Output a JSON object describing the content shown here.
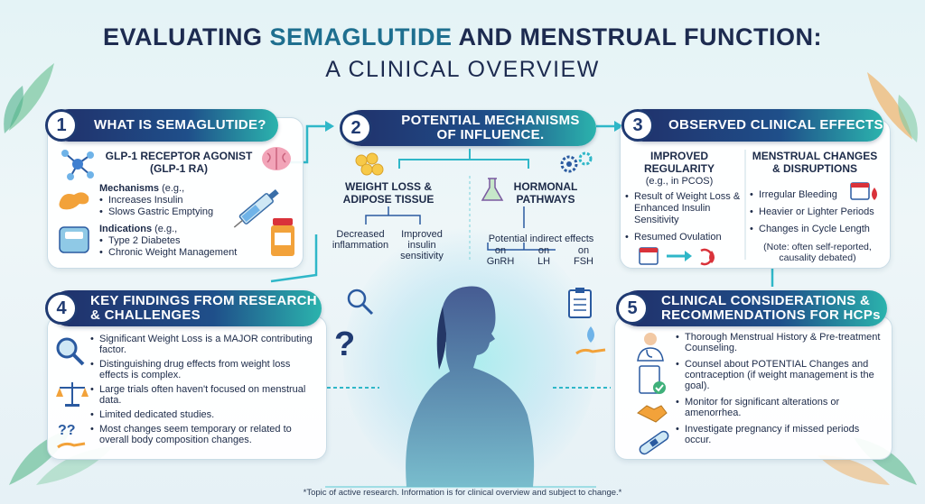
{
  "title": {
    "line1_part1": "EVALUATING ",
    "line1_highlight": "SEMAGLUTIDE",
    "line1_part2": " AND MENSTRUAL FUNCTION:",
    "line2": "A CLINICAL OVERVIEW"
  },
  "section1": {
    "number": "1",
    "heading": "WHAT IS SEMAGLUTIDE?",
    "agonist_line1": "GLP-1 RECEPTOR AGONIST",
    "agonist_line2": "(GLP-1 RA)",
    "mechanisms_label": "Mechanisms",
    "mechanisms_suffix": " (e.g.,",
    "mechanisms": [
      "Increases Insulin",
      "Slows Gastric Emptying"
    ],
    "indications_label": "Indications",
    "indications_suffix": " (e.g.,",
    "indications": [
      "Type 2 Diabetes",
      "Chronic Weight Management"
    ]
  },
  "section2": {
    "number": "2",
    "heading_line1": "POTENTIAL MECHANISMS",
    "heading_line2": "OF INFLUENCE.",
    "weight_line1": "WEIGHT LOSS &",
    "weight_line2": "ADIPOSE TISSUE",
    "weight_left_line1": "Decreased",
    "weight_left_line2": "inflammation",
    "weight_right_line1": "Improved",
    "weight_right_line2": "insulin",
    "weight_right_line3": "sensitivity",
    "hormonal_line1": "HORMONAL",
    "hormonal_line2": "PATHWAYS",
    "hormonal_effects": "Potential indirect effects",
    "hormones": [
      {
        "on": "on",
        "name": "GnRH"
      },
      {
        "on": "on",
        "name": "LH"
      },
      {
        "on": "on",
        "name": "FSH"
      }
    ]
  },
  "section3": {
    "number": "3",
    "heading": "OBSERVED CLINICAL EFFECTS",
    "regularity_line1": "IMPROVED",
    "regularity_line2": "REGULARITY",
    "regularity_line3": "(e.g., in PCOS)",
    "regularity_items": [
      "Result of Weight Loss & Enhanced Insulin Sensitivity",
      "Resumed Ovulation"
    ],
    "changes_line1": "MENSTRUAL CHANGES",
    "changes_line2": "& DISRUPTIONS",
    "changes_items": [
      "Irregular Bleeding",
      "Heavier or Lighter Periods",
      "Changes in Cycle Length"
    ],
    "changes_note_line1": "(Note: often self-reported,",
    "changes_note_line2": "causality debated)"
  },
  "section4": {
    "number": "4",
    "heading_line1": "KEY FINDINGS FROM RESEARCH",
    "heading_line2": "& CHALLENGES",
    "items": [
      "Significant Weight Loss is a MAJOR contributing factor.",
      "Distinguishing drug effects from weight loss effects is complex.",
      "Large trials often haven't focused on menstrual data.",
      "Limited dedicated studies.",
      "Most changes seem temporary or related to overall body composition changes."
    ]
  },
  "section5": {
    "number": "5",
    "heading_line1": "CLINICAL CONSIDERATIONS &",
    "heading_line2": "RECOMMENDATIONS FOR HCPs",
    "items": [
      "Thorough Menstrual History & Pre-treatment Counseling.",
      "Counsel about POTENTIAL Changes and contraception (if weight management is the goal).",
      "Monitor for significant alterations or amenorrhea.",
      "Investigate pregnancy if missed periods occur."
    ]
  },
  "footnote": "*Topic of active research. Information is for clinical overview and subject to change.*",
  "colors": {
    "navy": "#1d2b50",
    "teal": "#2bb3ad",
    "accent_red": "#d9323a",
    "accent_orange": "#f2a23a"
  }
}
